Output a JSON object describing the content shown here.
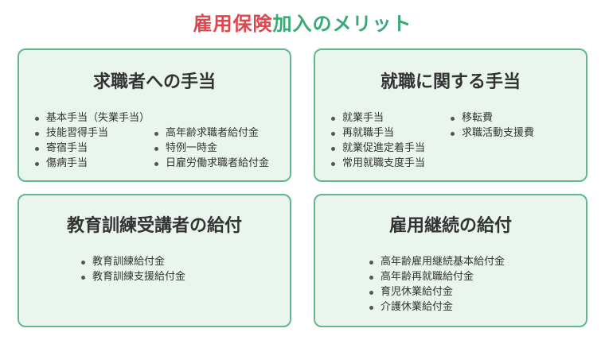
{
  "title": {
    "part1": "雇用保険",
    "part2": "加入のメリット"
  },
  "colors": {
    "accent_red": "#e0474c",
    "accent_green": "#3aa874",
    "card_bg": "#eaf5ee",
    "card_border": "#5fb98b"
  },
  "cards": [
    {
      "heading": "求職者への手当",
      "col1": [
        "基本手当（失業手当）",
        "技能習得手当",
        "寄宿手当",
        "傷病手当"
      ],
      "col2": [
        "高年齢求職者給付金",
        "特例一時金",
        "日雇労働求職者給付金"
      ]
    },
    {
      "heading": "就職に関する手当",
      "col1": [
        "就業手当",
        "再就職手当",
        "就業促進定着手当",
        "常用就職支度手当"
      ],
      "col2": [
        "移転費",
        "求職活動支援費"
      ]
    },
    {
      "heading": "教育訓練受講者の給付",
      "col1": [
        "教育訓練給付金",
        "教育訓練支援給付金"
      ]
    },
    {
      "heading": "雇用継続の給付",
      "col1": [
        "高年齢雇用継続基本給付金",
        "高年齢再就職給付金",
        "育児休業給付金",
        "介護休業給付金"
      ]
    }
  ]
}
